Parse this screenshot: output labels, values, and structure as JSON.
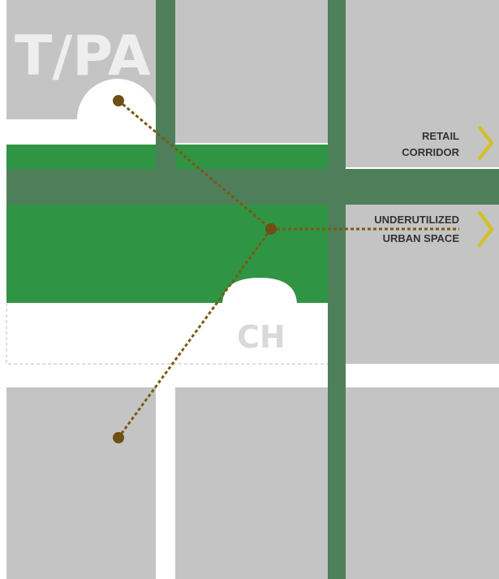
{
  "labels": {
    "tpa": "T/PA",
    "ch": "CH",
    "retail_line1": "RETAIL",
    "retail_line2": "CORRIDOR",
    "underutilized_line1": "UNDERUTILIZED",
    "underutilized_line2": "URBAN SPACE"
  },
  "icons": {
    "retail_arrow": "chevron-right-icon",
    "underutilized_arrow": "chevron-right-icon",
    "node": "circle-dot-icon"
  },
  "colors": {
    "background": "#ffffff",
    "block": "#c4c4c4",
    "road": "#4f7f5a",
    "park": "#2f9444",
    "path": "#7a5a12",
    "node": "#6e4f16",
    "arrow": "#d2bf2b",
    "tpa_text": "#eeeeee",
    "ch_text": "#d9d9d9",
    "label_text": "#333333"
  }
}
